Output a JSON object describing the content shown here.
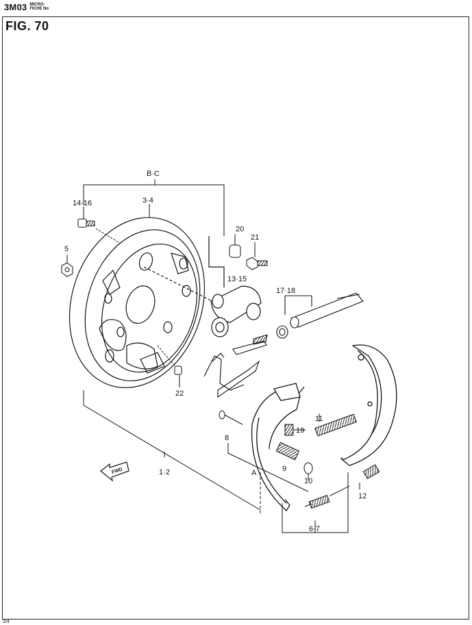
{
  "header": {
    "code": "3M03",
    "micro_line1": "MICRO-",
    "micro_line2": "FICHE No"
  },
  "figure": {
    "title": "FIG. 70"
  },
  "labels": {
    "bc": "B·C",
    "l14_16": "14·16",
    "l3_4": "3·4",
    "l5": "5",
    "l20": "20",
    "l21": "21",
    "l13_15": "13·15",
    "l17_18": "17·18",
    "l22": "22",
    "l11": "11",
    "l19": "19",
    "l8": "8",
    "l9": "9",
    "l10": "10",
    "l1_2": "1·2",
    "l12": "12",
    "l6_7": "6·7",
    "la": "A",
    "fwd": "FWD"
  },
  "footer": {
    "text": "2/4"
  }
}
